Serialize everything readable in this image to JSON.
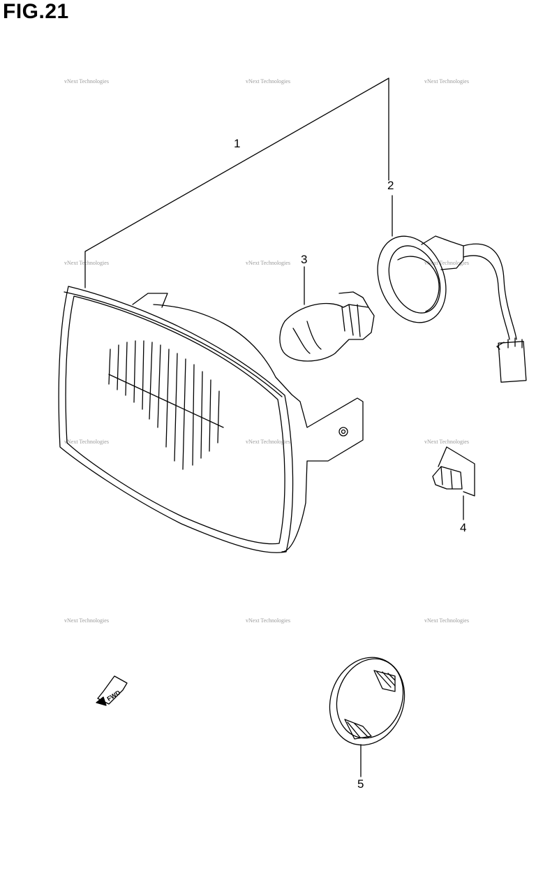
{
  "figure": {
    "title": "FIG.21"
  },
  "callouts": [
    "1",
    "2",
    "3",
    "4",
    "5"
  ],
  "watermark": {
    "text": "vNext Technologies"
  },
  "fwd_arrow": {
    "label": "FWD"
  },
  "colors": {
    "line": "#000000",
    "watermark": "#9a9a9a",
    "background": "#ffffff"
  }
}
